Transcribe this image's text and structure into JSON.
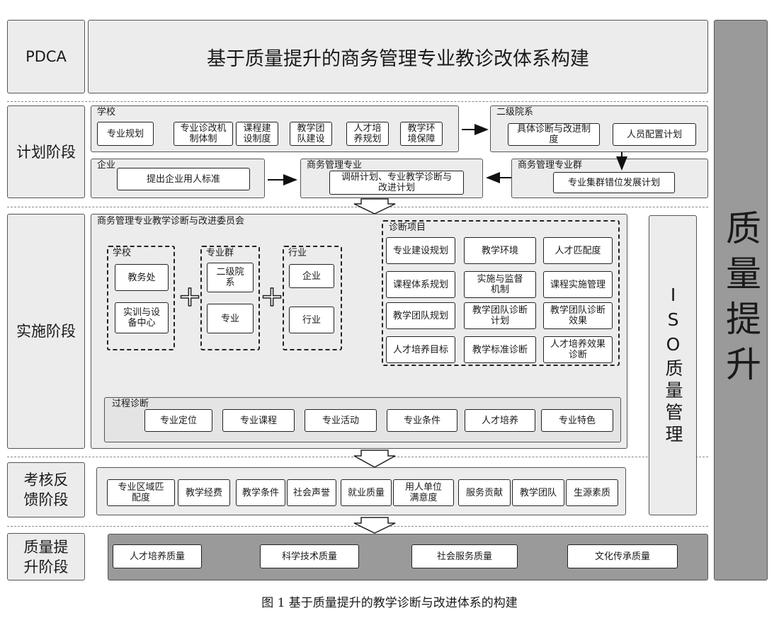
{
  "header": {
    "pdca": "PDCA",
    "title": "基于质量提升的商务管理专业教诊改体系构建"
  },
  "right_bar": {
    "label": "质量提升"
  },
  "iso": {
    "label": "ISO质量管理"
  },
  "stages": {
    "plan": "计划阶段",
    "implement": "实施阶段",
    "feedback": "考核反馈阶段",
    "quality": "质量提升阶段"
  },
  "plan": {
    "school_tag": "学校",
    "school_items": [
      "专业规划",
      "专业诊改机制体制",
      "课程建设制度",
      "教学团队建设",
      "人才培养规划",
      "教学环境保障"
    ],
    "college_tag": "二级院系",
    "college_items": [
      "具体诊断与改进制度",
      "人员配置计划"
    ],
    "enterprise_tag": "企业",
    "enterprise_item": "提出企业用人标准",
    "major_tag": "商务管理专业",
    "major_item": "调研计划、专业教学诊断与改进计划",
    "group_tag": "商务管理专业群",
    "group_item": "专业集群错位发展计划"
  },
  "implement": {
    "committee": "商务管理专业教学诊断与改进委员会",
    "school_tag": "学校",
    "school_items": [
      "教务处",
      "实训与设备中心"
    ],
    "group_tag": "专业群",
    "group_items": [
      "二级院系",
      "专业"
    ],
    "industry_tag": "行业",
    "industry_items": [
      "企业",
      "行业"
    ],
    "plus": "+",
    "diag_tag": "诊断项目",
    "diag_items": [
      "专业建设规划",
      "教学环境",
      "人才匹配度",
      "课程体系规划",
      "实施与监督机制",
      "课程实施管理",
      "教学团队规划",
      "教学团队诊断计划",
      "教学团队诊断效果",
      "人才培养目标",
      "教学标准诊断",
      "人才培养效果诊断"
    ],
    "process_tag": "过程诊断",
    "process_items": [
      "专业定位",
      "专业课程",
      "专业活动",
      "专业条件",
      "人才培养",
      "专业特色"
    ]
  },
  "feedback": {
    "items": [
      "专业区域匹配度",
      "教学经费",
      "教学条件",
      "社会声誉",
      "就业质量",
      "用人单位满意度",
      "服务贡献",
      "教学团队",
      "生源素质"
    ]
  },
  "quality": {
    "items": [
      "人才培养质量",
      "科学技术质量",
      "社会服务质量",
      "文化传承质量"
    ]
  },
  "caption": "图 1  基于质量提升的教学诊断与改进体系的构建"
}
